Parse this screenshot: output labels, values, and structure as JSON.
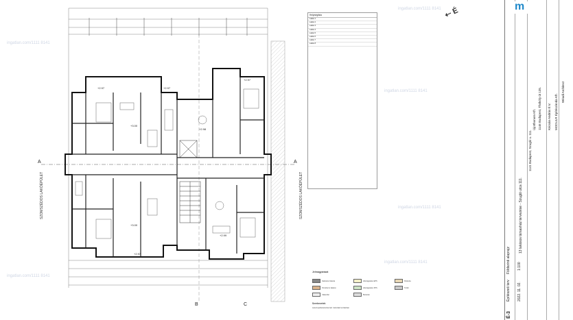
{
  "watermark": "ingatlan.com/1111 8141",
  "plan": {
    "section_marks": [
      "A",
      "A",
      "B",
      "C"
    ],
    "side_labels": [
      "SZOMSZÉDOS LAKÓÉPÜLET",
      "SZOMSZÉDOS LAKÓÉPÜLET"
    ],
    "room_labels": [
      "+2.97",
      "+2.97",
      "+3.00",
      "+3.00",
      "+2.97",
      "+2.97",
      "+2.98",
      "+2.99"
    ]
  },
  "legend_table": {
    "header": "Helyiséglista",
    "rows": [
      "Lakás 1",
      "Lakás 2",
      "Lakás 3",
      "Lakás 4",
      "Lakás 5",
      "Lakás 6",
      "Lakás 7",
      "Lakás 8"
    ]
  },
  "key": {
    "title": "Jelmagyarázat",
    "items": [
      "Vasbeton falazat",
      "Porotherm falazat",
      "Válaszfal",
      "Hőszigetelés EPS",
      "Hőszigetelés XPS",
      "Burkolat",
      "Parketta",
      "Térkő"
    ],
    "footer_title": "Szerkezetek",
    "footer_text": "Lásd épületszerkezeti műszaki leírásban"
  },
  "title_block": {
    "logo": "m",
    "office": "Wéadi Architect",
    "address": "1141 Budapest, Szugló u. 111.",
    "project": "13 lakásos társasház tervezése - Szugló utca 111.",
    "owner": "Újotthonom Kft.",
    "owner_address": "1146 Budapest, Thököly út 135.",
    "designer": "Kricsán András É.V.",
    "firm": "MODULR Építésziroda Kft.",
    "sheet_name": "Földszinti alaprajz",
    "plan_type": "Építészeti terv",
    "scale": "1:100",
    "date": "2022. 11. 02.",
    "sheet_no": "É-3"
  }
}
